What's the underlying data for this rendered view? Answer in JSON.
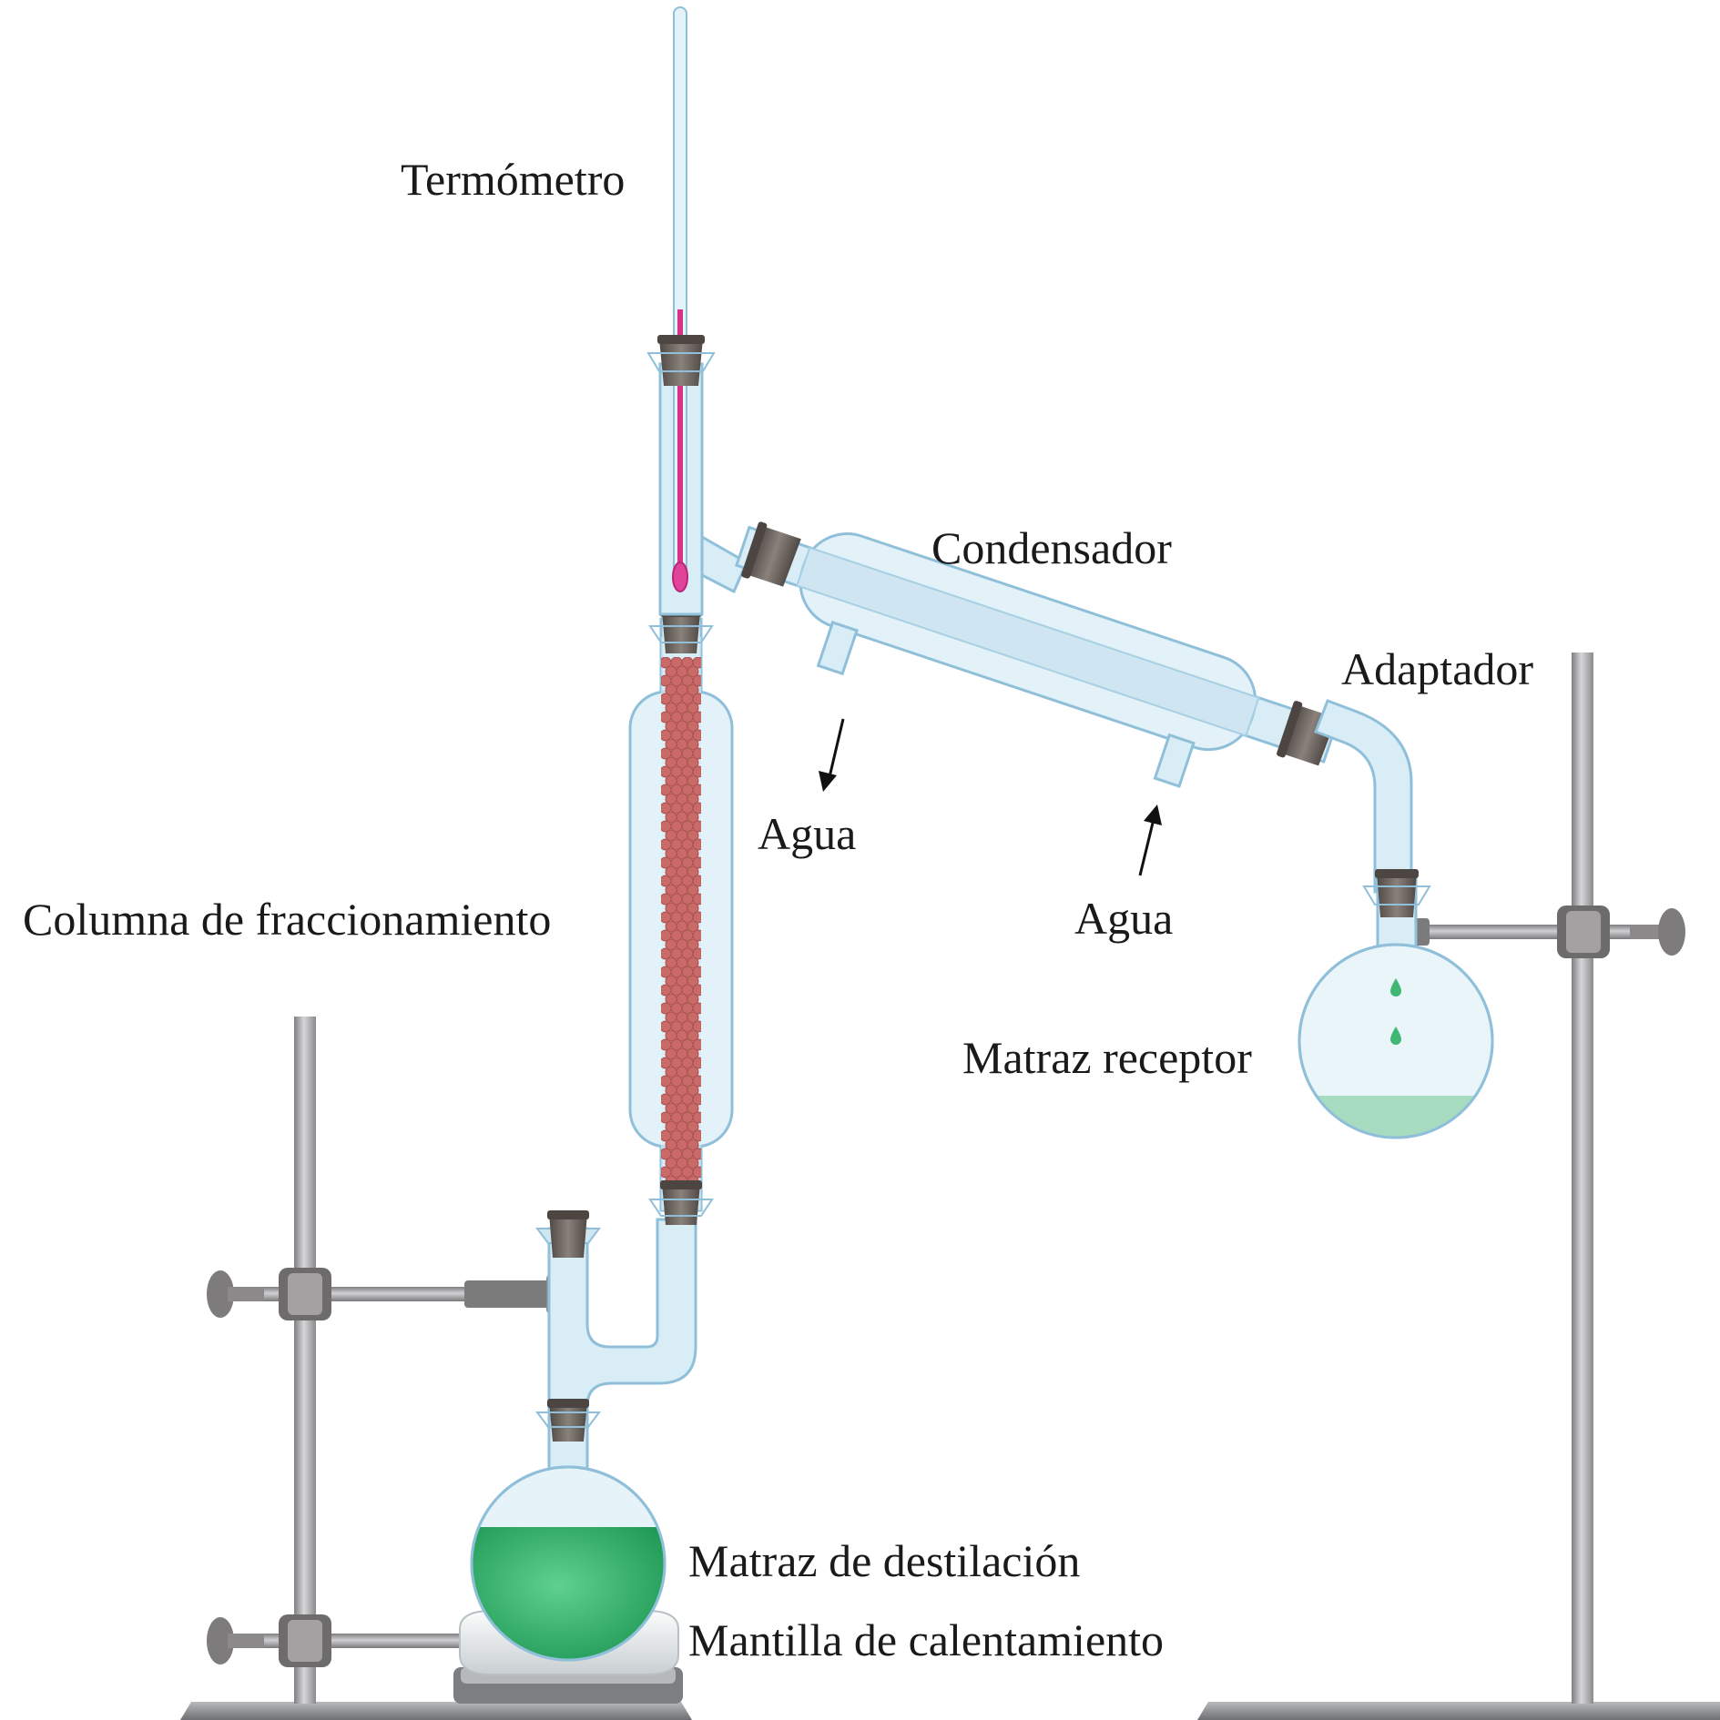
{
  "labels": {
    "thermometer": "Termómetro",
    "condenser": "Condensador",
    "adapter": "Adaptador",
    "water_out": "Agua",
    "water_in": "Agua",
    "fractionating_column": "Columna de fraccionamiento",
    "receiving_flask": "Matraz receptor",
    "distillation_flask": "Matraz de destilación",
    "heating_mantle": "Mantilla de calentamiento"
  },
  "colors": {
    "glass_fill": "#d9edf7",
    "glass_stroke": "#8fbfd9",
    "stopper": "#6e6560",
    "clamp_metal": "#8c8a8a",
    "rod": "#a6a6a8",
    "mercury": "#d6328a",
    "packing_beads": "#c96a68",
    "liquid_dark": "#2fb56a",
    "liquid_light": "#a8dcc0",
    "mantle": "#eef1f2"
  }
}
